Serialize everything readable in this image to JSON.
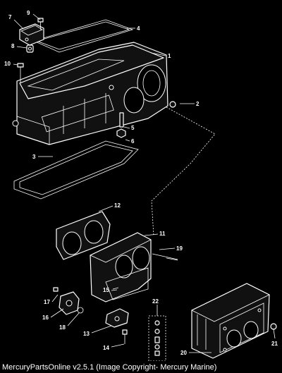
{
  "callouts": [
    {
      "id": "1",
      "text": "1"
    },
    {
      "id": "2",
      "text": "2"
    },
    {
      "id": "3",
      "text": "3"
    },
    {
      "id": "4",
      "text": "4"
    },
    {
      "id": "5",
      "text": "5"
    },
    {
      "id": "6",
      "text": "6"
    },
    {
      "id": "7",
      "text": "7"
    },
    {
      "id": "8",
      "text": "8"
    },
    {
      "id": "9",
      "text": "9"
    },
    {
      "id": "10",
      "text": "10"
    },
    {
      "id": "11",
      "text": "11"
    },
    {
      "id": "12",
      "text": "12"
    },
    {
      "id": "13",
      "text": "13"
    },
    {
      "id": "14",
      "text": "14"
    },
    {
      "id": "15",
      "text": "15"
    },
    {
      "id": "16",
      "text": "16"
    },
    {
      "id": "17",
      "text": "17"
    },
    {
      "id": "18",
      "text": "18"
    },
    {
      "id": "19",
      "text": "19"
    },
    {
      "id": "20",
      "text": "20"
    },
    {
      "id": "21",
      "text": "21"
    },
    {
      "id": "22",
      "text": "22"
    }
  ],
  "footer": {
    "text": "MercuryPartsOnline v2.5.1 (Image Copyright- Mercury Marine)"
  },
  "colors": {
    "background": "#000000",
    "line": "#ffffff"
  }
}
